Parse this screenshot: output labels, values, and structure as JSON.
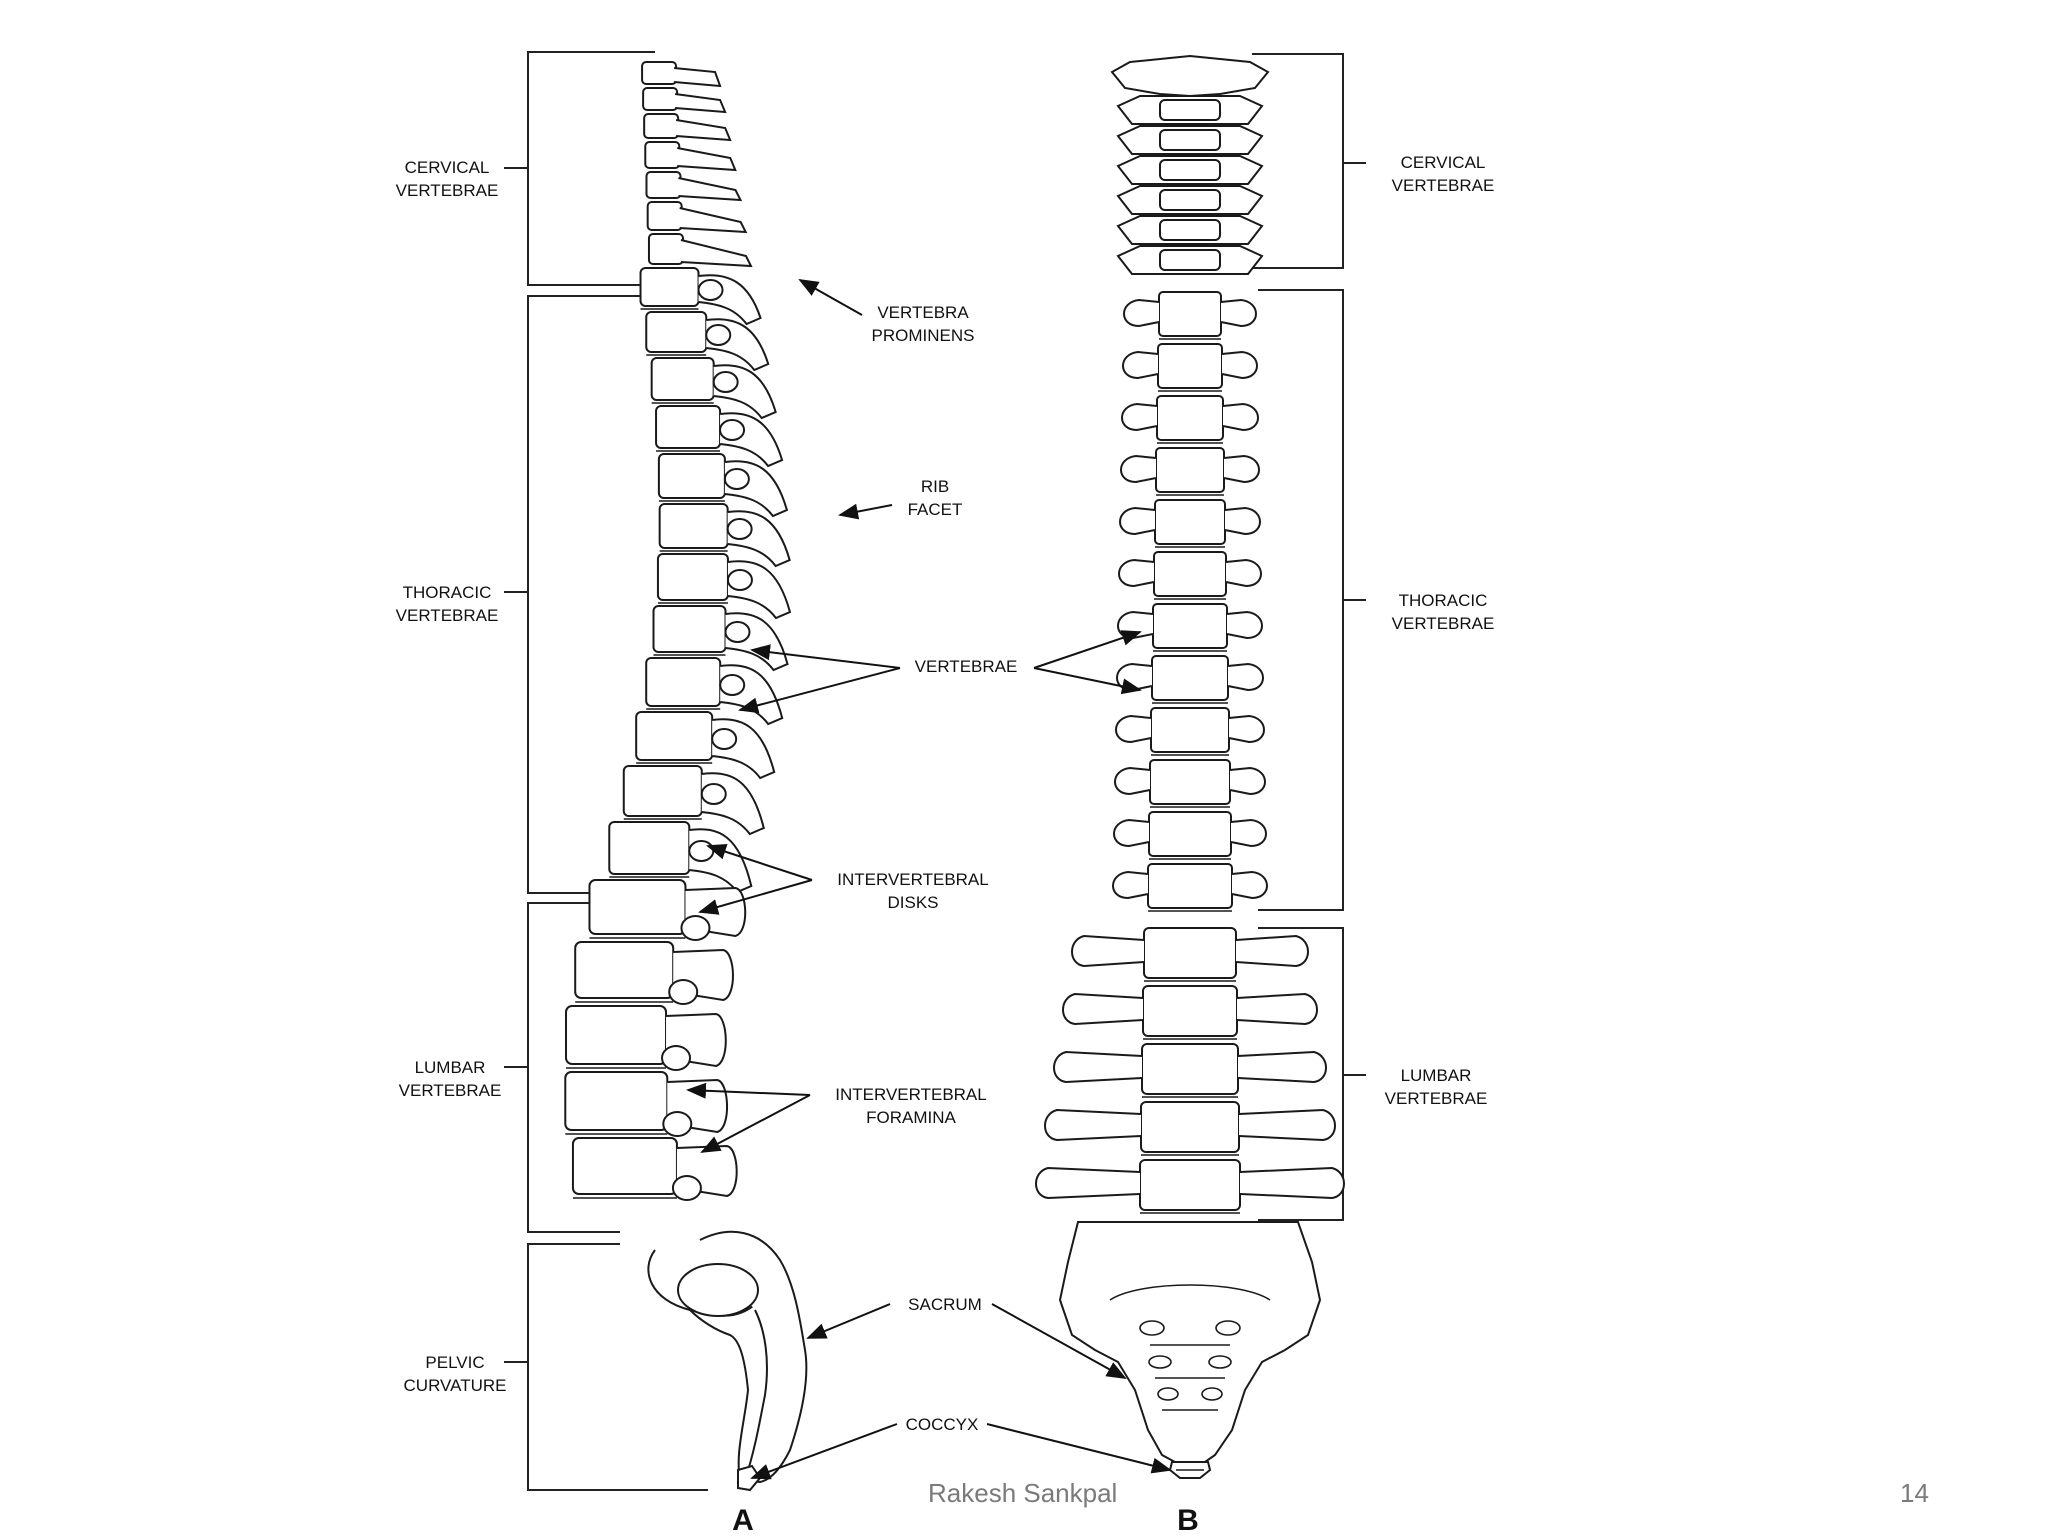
{
  "figure": {
    "panel_a_letter": "A",
    "panel_b_letter": "B",
    "labels_left": [
      {
        "line1": "CERVICAL",
        "line2": "VERTEBRAE"
      },
      {
        "line1": "THORACIC",
        "line2": "VERTEBRAE"
      },
      {
        "line1": "LUMBAR",
        "line2": "VERTEBRAE"
      },
      {
        "line1": "PELVIC",
        "line2": "CURVATURE"
      }
    ],
    "labels_right": [
      {
        "line1": "CERVICAL",
        "line2": "VERTEBRAE"
      },
      {
        "line1": "THORACIC",
        "line2": "VERTEBRAE"
      },
      {
        "line1": "LUMBAR",
        "line2": "VERTEBRAE"
      }
    ],
    "center_labels": {
      "vertebra_prominens_1": "VERTEBRA",
      "vertebra_prominens_2": "PROMINENS",
      "rib_facet_1": "RIB",
      "rib_facet_2": "FACET",
      "vertebrae": "VERTEBRAE",
      "iv_disks_1": "INTERVERTEBRAL",
      "iv_disks_2": "DISKS",
      "iv_foramina_1": "INTERVERTEBRAL",
      "iv_foramina_2": "FORAMINA",
      "sacrum": "SACRUM",
      "coccyx": "COCCYX"
    }
  },
  "footer": {
    "author": "Rakesh Sankpal",
    "page_number": "14"
  }
}
